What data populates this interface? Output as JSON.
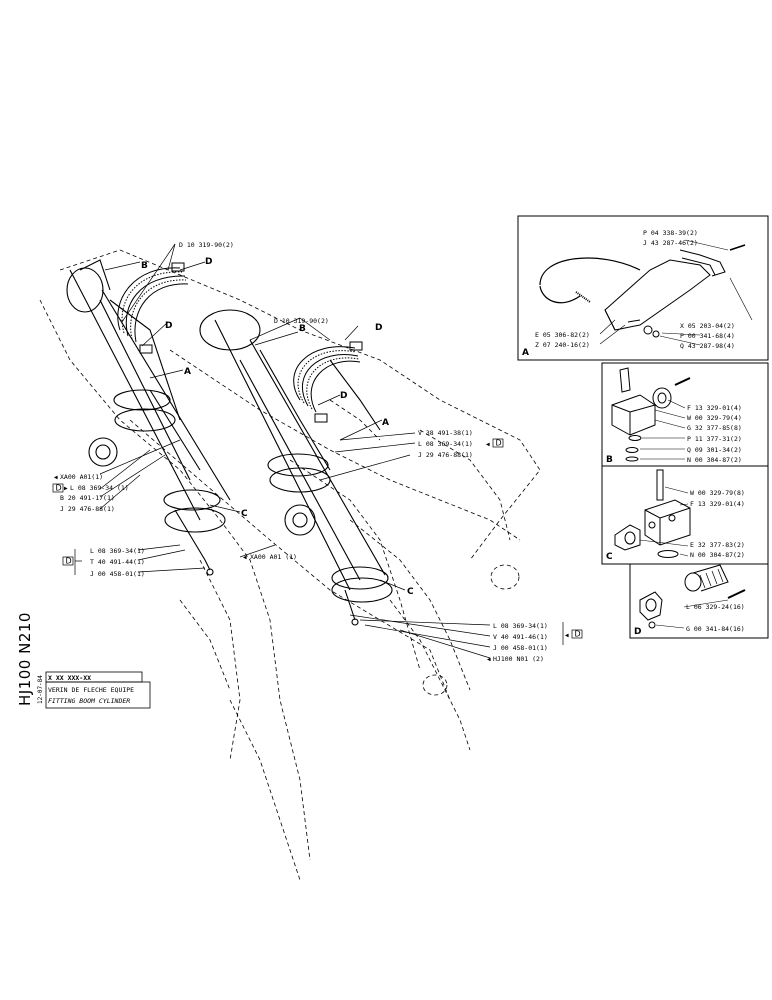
{
  "sheet": {
    "code": "HJ100 N210",
    "date": "12-07-84",
    "ref": "X XX XXX-XX",
    "title_fr": "VERIN DE FLECHE EQUIPE",
    "title_en": "FITTING BOOM CYLINDER"
  },
  "callouts_main": {
    "B": "B",
    "D": "D",
    "A": "A",
    "C": "C",
    "hose_left": "D 10 319-90(2)",
    "hose_right": "D 10 319-90(2)"
  },
  "left_labels": {
    "xa_top": "XA00 A01(1)",
    "box1": "D",
    "l1": "L 08 369-34 (1)",
    "b1": "B 20 491-17(1)",
    "j1": "J 29 476-88(1)",
    "box2": "D",
    "l2": "L 08 369-34(1)",
    "t2": "T 40 491-44(1)",
    "j2": "J 00 458-01(1)",
    "xa_mid": "XA00 A01 (1)"
  },
  "right_labels": {
    "v1": "V 38 491-38(1)",
    "l1": "L 08 369-34(1)",
    "box1": "D",
    "j1": "J 29 476-88(1)",
    "l2": "L 08 369-34(1)",
    "v2": "V 40 491-46(1)",
    "box2": "D",
    "j2": "J 00 458-01(1)",
    "hj": "HJ100 N01 (2)"
  },
  "detail_A": {
    "letter": "A",
    "p1": "P 04 338-39(2)",
    "j1": "J 43 287-46(2)",
    "x1": "X 05 203-04(2)",
    "p2": "P 00 341-68(4)",
    "q1": "Q 43 287-98(4)",
    "e1": "E 05 306-82(2)",
    "z1": "Z 07 240-16(2)"
  },
  "detail_B": {
    "letter": "B",
    "f1": "F 13 329-01(4)",
    "w1": "W 00 329-79(4)",
    "g1": "G 32 377-85(8)",
    "p1": "P 11 377-31(2)",
    "q1": "Q 09 301-34(2)",
    "n1": "N 00 304-87(2)"
  },
  "detail_C": {
    "letter": "C",
    "w1": "W 00 329-79(8)",
    "f1": "F 13 329-01(4)",
    "e1": "E 32 377-83(2)",
    "n1": "N 00 304-87(2)"
  },
  "detail_D": {
    "letter": "D",
    "l1": "L 06 329-24(16)",
    "g1": "G 00 341-84(16)"
  }
}
